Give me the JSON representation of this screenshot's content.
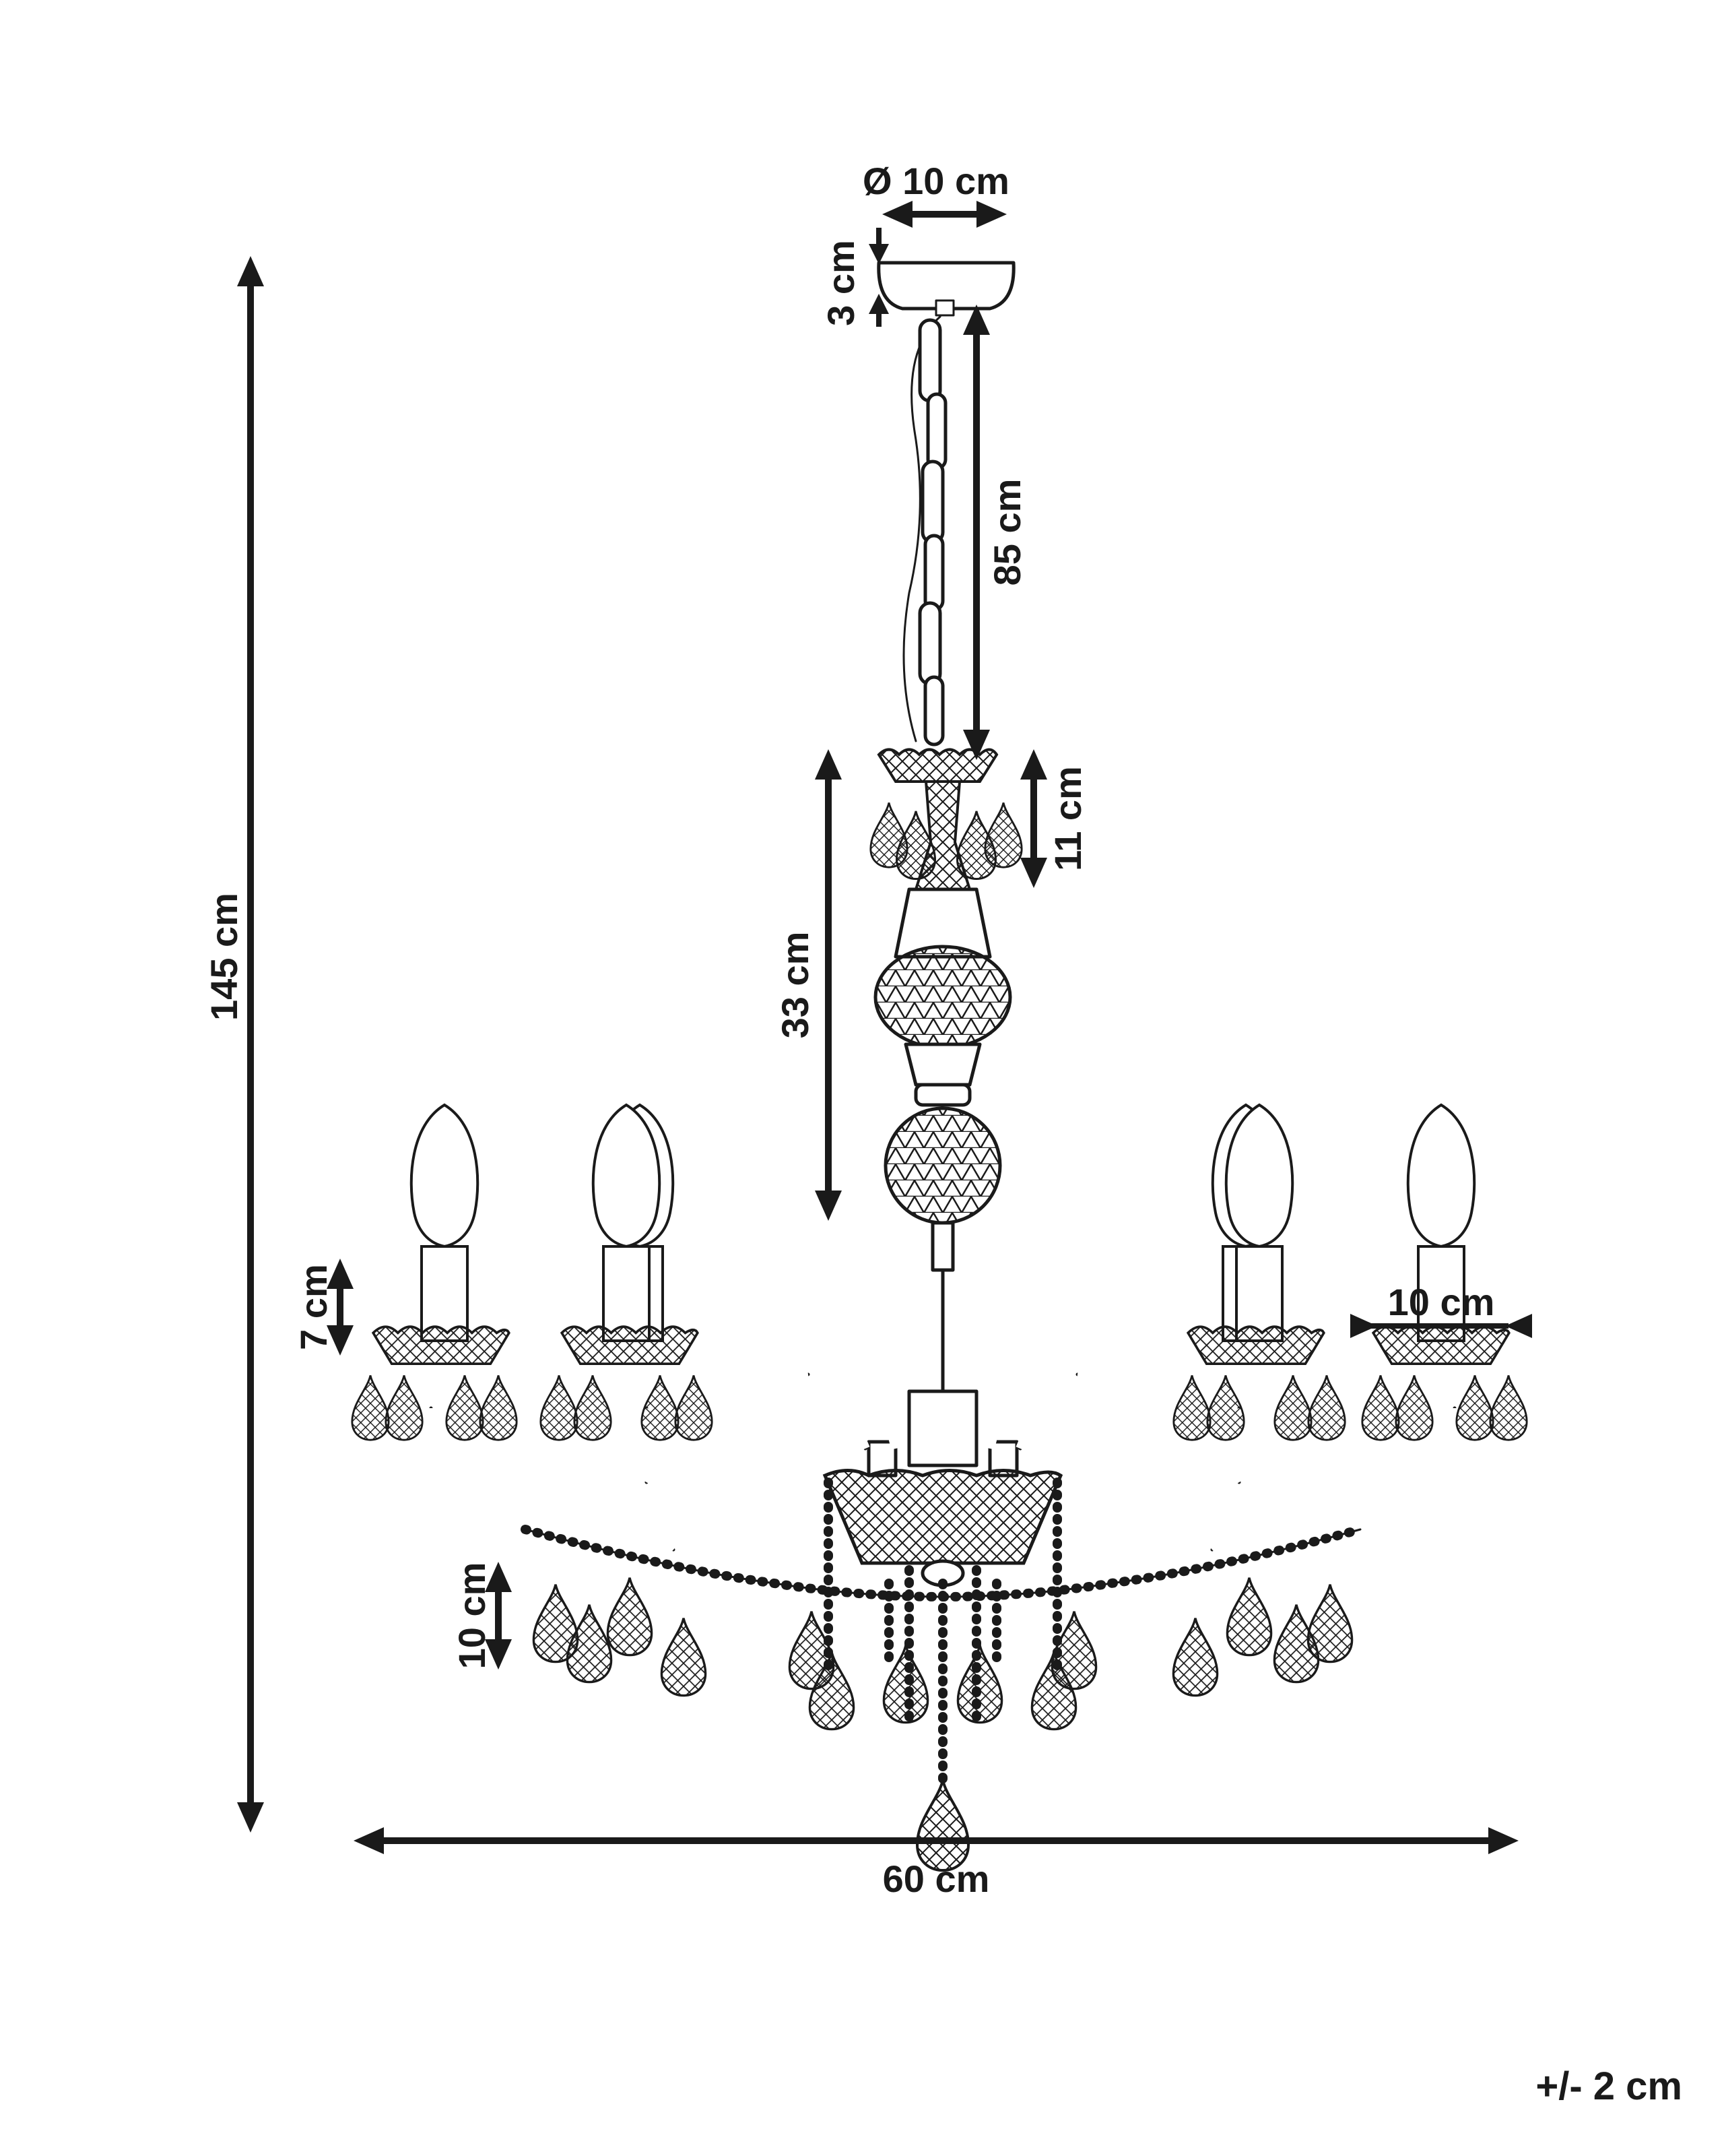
{
  "dimensions": {
    "canopy_diameter": "Ø 10 cm",
    "canopy_height": "3 cm",
    "chain_length": "85 cm",
    "top_cup_height": "11 cm",
    "column_height": "33 cm",
    "total_height": "145 cm",
    "candle_height": "7 cm",
    "cup_width": "10 cm",
    "pendant_height": "10 cm",
    "total_width": "60 cm"
  },
  "tolerance": "+/- 2 cm",
  "colors": {
    "line": "#1a1a1a",
    "background": "#ffffff"
  }
}
